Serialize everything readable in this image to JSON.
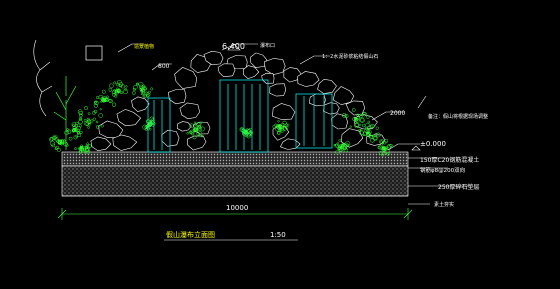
{
  "drawing": {
    "elevation_top": "6.400",
    "label_waterfall_stone": "瀑布口",
    "label_plant_left": "造景植物",
    "label_rock_note": "1：2水泥砂浆粘结假山石",
    "label_height_800": "800",
    "label_height_2000": "2000",
    "label_side_note": "备注：假山将根据现场调整",
    "elevation_zero": "±0.000",
    "layer_1": "150厚C20钢筋混凝土",
    "layer_2": "钢筋φ8@200双向",
    "layer_3": "250厚碎石垫层",
    "layer_4": "素土夯实",
    "width_dim": "10000",
    "title": "假山瀑布立面图",
    "scale": "1:50"
  },
  "colors": {
    "background": "#000000",
    "rock_outline": "#ffffff",
    "foliage": "#33ff33",
    "water": "#00e5e5",
    "soil_fill": "#8c8c8c",
    "label_yellow": "#ffff00",
    "dimension_green": "#4cff4c",
    "leader_white": "#ffffff"
  }
}
